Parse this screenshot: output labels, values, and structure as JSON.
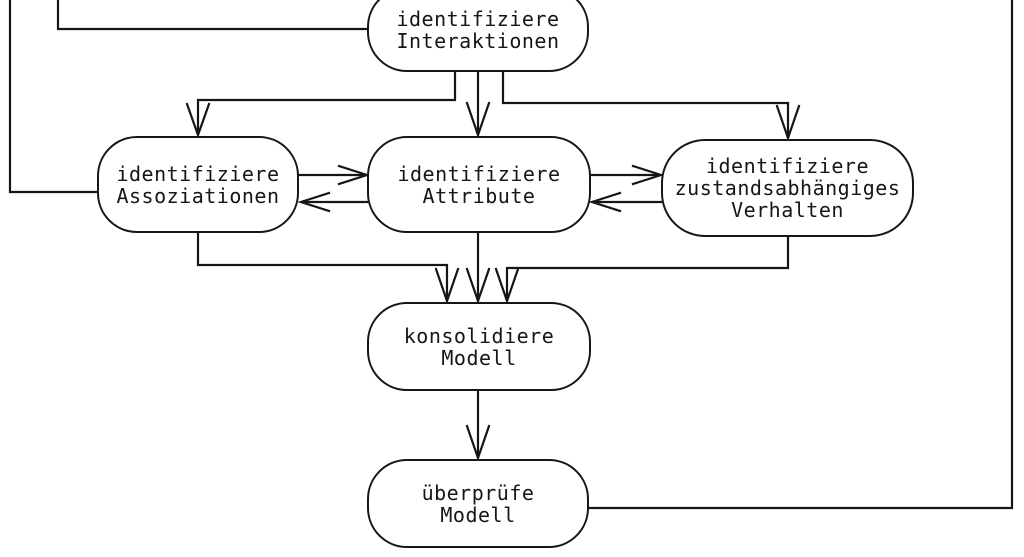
{
  "diagram": {
    "language": "de",
    "colors": {
      "background": "#ffffff",
      "line": "#161616",
      "node_fill": "#ffffff",
      "text": "#161616"
    },
    "nodes": [
      {
        "id": "identifiziere-interaktionen",
        "label": "identifiziere\nInteraktionen"
      },
      {
        "id": "identifiziere-assoziationen",
        "label": "identifiziere\nAssoziationen"
      },
      {
        "id": "identifiziere-attribute",
        "label": "identifiziere\nAttribute"
      },
      {
        "id": "identifiziere-zustandsabhaengiges-verhalten",
        "label": "identifiziere\nzustandsabhängiges\nVerhalten"
      },
      {
        "id": "konsolidiere-modell",
        "label": "konsolidiere\nModell"
      },
      {
        "id": "ueberpruefe-modell",
        "label": "überprüfe\nModell"
      }
    ],
    "edges": [
      {
        "from": "identifiziere-interaktionen",
        "to": "identifiziere-assoziationen",
        "arrow": "to"
      },
      {
        "from": "identifiziere-interaktionen",
        "to": "identifiziere-attribute",
        "arrow": "to"
      },
      {
        "from": "identifiziere-interaktionen",
        "to": "identifiziere-zustandsabhaengiges-verhalten",
        "arrow": "to"
      },
      {
        "from": "identifiziere-assoziationen",
        "to": "identifiziere-attribute",
        "arrow": "to"
      },
      {
        "from": "identifiziere-attribute",
        "to": "identifiziere-assoziationen",
        "arrow": "to"
      },
      {
        "from": "identifiziere-attribute",
        "to": "identifiziere-zustandsabhaengiges-verhalten",
        "arrow": "to"
      },
      {
        "from": "identifiziere-zustandsabhaengiges-verhalten",
        "to": "identifiziere-attribute",
        "arrow": "to"
      },
      {
        "from": "identifiziere-assoziationen",
        "to": "konsolidiere-modell",
        "arrow": "to"
      },
      {
        "from": "identifiziere-attribute",
        "to": "konsolidiere-modell",
        "arrow": "to"
      },
      {
        "from": "identifiziere-zustandsabhaengiges-verhalten",
        "to": "konsolidiere-modell",
        "arrow": "to"
      },
      {
        "from": "konsolidiere-modell",
        "to": "ueberpruefe-modell",
        "arrow": "to"
      },
      {
        "from": "ueberpruefe-modell",
        "to": "offscreen-top-right",
        "arrow": "none-visible"
      },
      {
        "from": "offscreen-top-left",
        "to": "identifiziere-assoziationen",
        "arrow": "none-visible"
      },
      {
        "from": "offscreen-top-left",
        "to": "identifiziere-interaktionen",
        "arrow": "none-visible"
      }
    ]
  }
}
